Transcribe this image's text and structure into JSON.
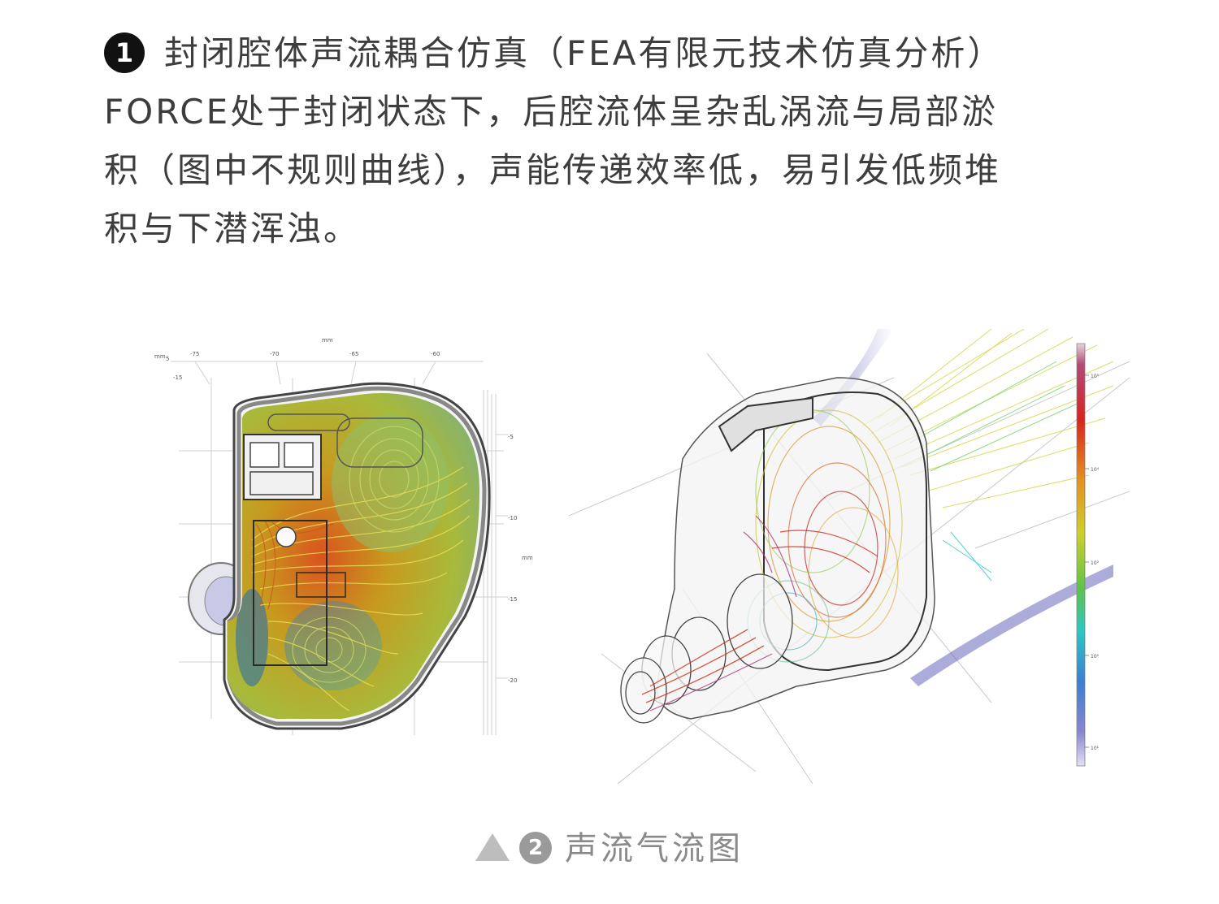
{
  "heading": {
    "number": "1",
    "lines": [
      "封闭腔体声流耦合仿真（FEA有限元技术仿真分析）",
      "FORCE处于封闭状态下，后腔流体呈杂乱涡流与局部淤",
      "积（图中不规则曲线），声能传递效率低，易引发低频堆",
      "积与下潜浑浊。"
    ]
  },
  "left_plot": {
    "unit_top": "mm",
    "unit_corner": "mm",
    "corner_tick": "5",
    "unit_right": "mm",
    "x_ticks": [
      "-75",
      "-70",
      "-65",
      "-60"
    ],
    "y_tick_top": "-15",
    "right_ticks": [
      "-5",
      "-10",
      "-15",
      "-20"
    ]
  },
  "right_plot": {
    "colorbar_ticks": [
      "10⁵",
      "10⁴",
      "10³",
      "10²",
      "10¹"
    ]
  },
  "caption": {
    "number": "2",
    "text": "声流气流图"
  },
  "colors": {
    "text": "#3d3d3d",
    "badge": "#111111",
    "caption": "#8a8a8a"
  }
}
